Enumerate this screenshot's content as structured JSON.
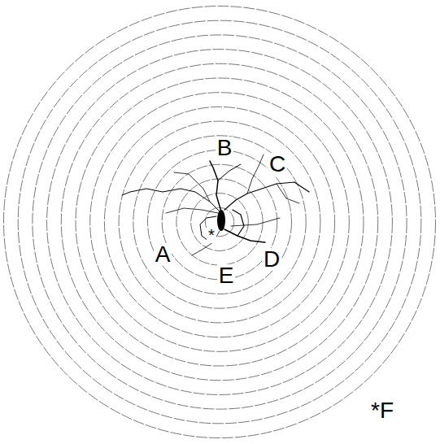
{
  "diagram": {
    "labels": [
      "B",
      "C",
      "*",
      "A",
      "D",
      "E",
      "*F"
    ]
  }
}
